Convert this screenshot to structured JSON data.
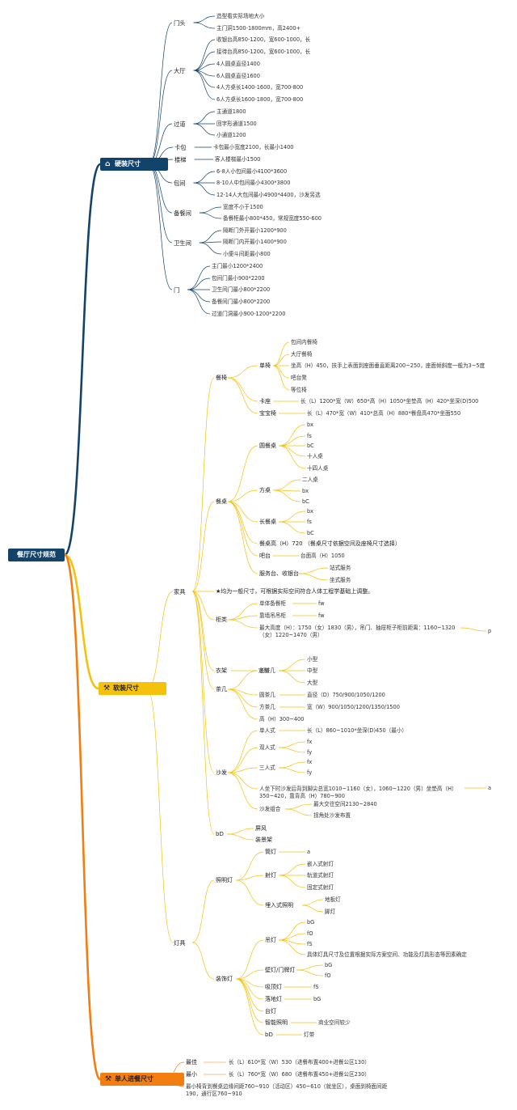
{
  "root": "餐厅尺寸规范",
  "categories": {
    "hard": "硬装尺寸",
    "soft": "软装尺寸",
    "single": "单人进餐尺寸"
  },
  "colors": {
    "hard": "#12436b",
    "soft": "#f4c20d",
    "single": "#f27d10"
  },
  "icons": {
    "hard": "house-icon",
    "soft": "tools-icon",
    "single": "tools-icon"
  },
  "hard": [
    {
      "label": "门头",
      "items": [
        "造型看实际场地大小",
        "主门洞1500-1800mm，高2400+"
      ]
    },
    {
      "label": "大厅",
      "items": [
        "收银台高850-1200，宽600-1000，长",
        "接待台高850-1200，宽600-1000，长",
        "4人圆桌直径1400",
        "6人圆桌直径1600",
        "4人方桌长1400-1600，宽700-800",
        "6人方桌长1600-1800，宽700-800"
      ]
    },
    {
      "label": "过道",
      "items": [
        "主通道1800",
        "回字形通道1500",
        "小通道1200"
      ]
    },
    {
      "label": "卡包",
      "items": [
        "卡包最小宽度2100，长最小1400"
      ]
    },
    {
      "label": "楼梯",
      "items": [
        "客人楼梯最小1500"
      ]
    },
    {
      "label": "包间",
      "items": [
        "6-8人小包间最小4100*3600",
        "8-10人中包间最小4300*3800",
        "12-14人大包间最小4900*4400，沙发另选"
      ]
    },
    {
      "label": "备餐间",
      "items": [
        "宽度不小于1500",
        "备餐柜最小800*450，常规宽度550-600"
      ]
    },
    {
      "label": "卫生间",
      "items": [
        "隔断门外开最小1200*900",
        "隔断门内开最小1400*900",
        "小便斗间距最小800"
      ]
    },
    {
      "label": "门",
      "items": [
        "主门最小1200*2400",
        "包间门最小900*2200",
        "卫生间门最小800*2200",
        "备餐间门最小800*2200",
        "过道门洞最小900-1200*2200"
      ]
    }
  ],
  "soft": {
    "furniture": "家具",
    "lighting": "灯具",
    "chair": "餐椅",
    "single_chair": "单椅",
    "single_chair_items": [
      "包间内餐椅",
      "大厅餐椅",
      "坐高（H）450，扶手上表面到座面垂直距离200~250，座面倾斜度一般为3~5度",
      "吧台凳",
      "等位椅"
    ],
    "booth": "卡座",
    "booth_val": "长（L）1200*宽（W）650*高（H）1050*坐垫高（H）420*坐深(D)500",
    "baby": "宝宝椅",
    "baby_val": "长（L）470*宽（W）410*总高（H）880*餐盘高470*坐面550",
    "table": "餐桌",
    "round": "圆餐桌",
    "round_items": [
      "bx",
      "fs",
      "bC",
      "十人桌",
      "十四人桌"
    ],
    "square": "方桌",
    "square_items": [
      "二人桌",
      "bx",
      "bC"
    ],
    "long": "长餐桌",
    "long_items": [
      "bx",
      "fs",
      "bC"
    ],
    "table_h": "餐桌高（H）720 （餐桌尺寸依据空间及座椅尺寸选择）",
    "bar": "吧台",
    "bar_val": "台面高（H）1050",
    "service": "服务台、收银台",
    "service_items": [
      "站式服务",
      "坐式服务"
    ],
    "note": "★均为一般尺寸，可根据实际空间符合人体工程学基础上调整。",
    "cabinet": "柜类",
    "cab1": "单体备餐柜",
    "cab1_v": "fw",
    "cab2": "靠墙吊吊柜",
    "cab2_v": "fw",
    "cab3": "最大高度（H）：1750（女）1830（男），吊门、抽屉柜子柜前距离：1160~1320（女）1220~1470（男）",
    "cab3_v": "p",
    "coat": "衣架",
    "coat_v": "定制",
    "tea": "茶几",
    "long_tea": "长茶几",
    "long_tea_items": [
      "小型",
      "中型",
      "大型"
    ],
    "round_tea": "圆茶几",
    "round_tea_v": "直径（D）750/900/1050/1200",
    "square_tea": "方茶几",
    "square_tea_v": "宽（W）900/1050/1200/1350/1500",
    "tea_h": "高（H）300~400",
    "sofa": "沙发",
    "s1": "单人式",
    "s1_v": "长（L）860~1010*坐深(D)450（最小）",
    "s2": "双人式",
    "s2_items": [
      "fx",
      "fy"
    ],
    "s3": "三人式",
    "s3_items": [
      "fx",
      "fy"
    ],
    "sofa_note": "人坐下时沙发后背到脚尖总宽1010~1160（女），1060~1220（男）坐垫高（H）350~420，靠背高（H）780~900",
    "sofa_note_v": "a",
    "sofa_combo": "沙发组合",
    "combo_items": [
      "最大交往空间2130~2840",
      "拐角处沙发布置"
    ],
    "bd": "bD",
    "bd_items": [
      "屏风",
      "装景架"
    ],
    "lighting_g": "照明灯",
    "tube": "筒灯",
    "tube_v": "a",
    "spot": "射灯",
    "spot_items": [
      "嵌入式射灯",
      "轨道式射灯",
      "固定式射灯"
    ],
    "embed": "埋入式照明",
    "embed_items": [
      "地板灯",
      "脚灯"
    ],
    "deco": "装饰灯",
    "pendant": "吊灯",
    "pendant_items": [
      "bG",
      "fO",
      "fS",
      "具体灯具尺寸及位置根据实际方案空间、功能及灯具形态等因素确定"
    ],
    "wall": "壁灯/门牌灯",
    "wall_items": [
      "bG",
      "fO"
    ],
    "ceiling": "吸顶灯",
    "ceiling_v": "fS",
    "floor": "落地灯",
    "floor_v": "bG",
    "desk": "台灯",
    "smart": "智能照明",
    "smart_v": "商业空间较少",
    "bd2": "bD",
    "bd2_v": "灯带"
  },
  "single": [
    {
      "label": "最佳",
      "value": "长（L）610*宽（W）530（进餐布置400+进餐公区130）"
    },
    {
      "label": "最小",
      "value": "长（L）760*宽（W）680（进餐布置450+进餐公区230）"
    }
  ],
  "single_note": "最小椅背到餐桌边缘间距760~910（活动区）450~610（就坐区），桌面到椅面间距190，通行区760~910"
}
